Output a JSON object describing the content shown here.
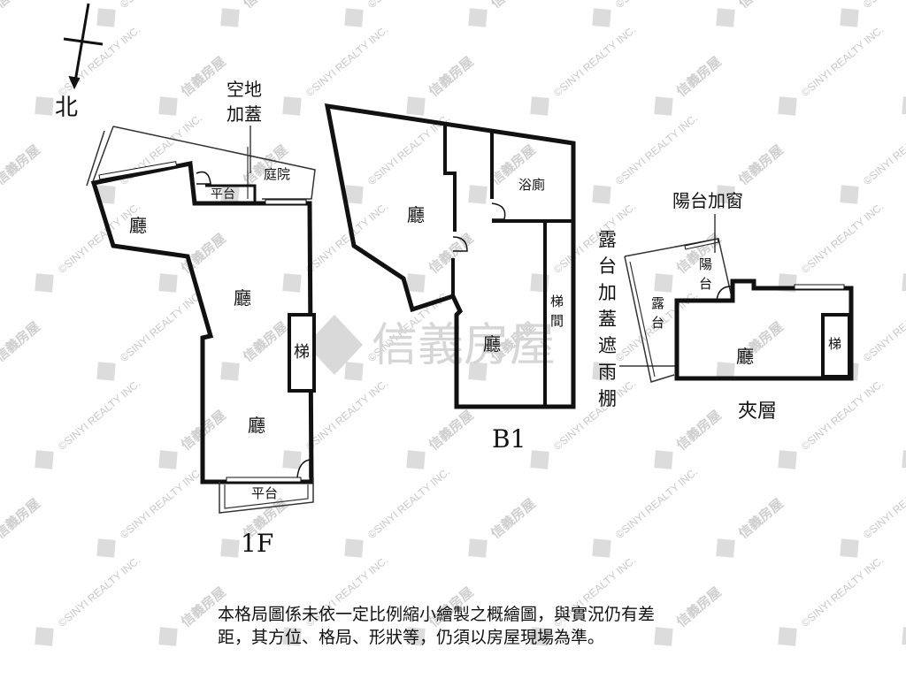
{
  "compass": {
    "north_label": "北"
  },
  "watermark": {
    "brand": "信義房屋",
    "company": "©SINYI REALTY INC."
  },
  "floor_1f": {
    "title": "1F",
    "rooms": {
      "hall_top": "廳",
      "hall_mid": "廳",
      "hall_bottom": "廳",
      "stair": "梯",
      "platform_top": "平台",
      "platform_bottom": "平台",
      "courtyard": "庭院"
    },
    "annotation": "空地加蓋"
  },
  "floor_b1": {
    "title": "B1",
    "rooms": {
      "hall_left": "廳",
      "hall_right": "廳",
      "bathroom": "浴廁",
      "stairwell": "梯間"
    },
    "annotation": "露台加蓋遮雨棚"
  },
  "mezzanine": {
    "title": "夾層",
    "rooms": {
      "hall": "廳",
      "stair": "梯",
      "terrace": "露台",
      "balcony": "陽台"
    },
    "annotation": "陽台加窗"
  },
  "disclaimer": "本格局圖係未依一定比例縮小繪製之概繪圖，與實況仍有差距，其方位、格局、形狀等，仍須以房屋現場為準。",
  "colors": {
    "wall": "#111111",
    "watermark": "#c8c8c8"
  }
}
